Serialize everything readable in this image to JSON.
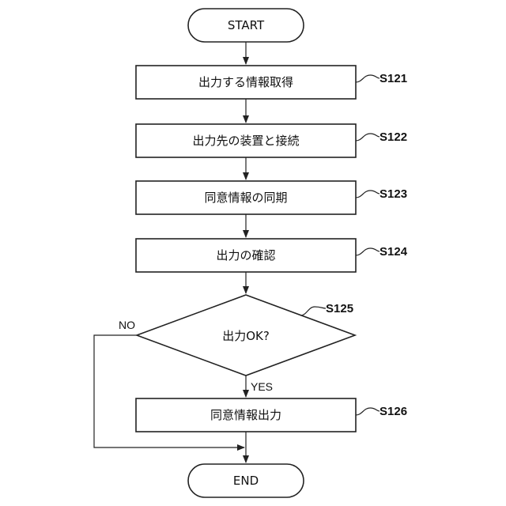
{
  "start": {
    "label": "START"
  },
  "end": {
    "label": "END"
  },
  "steps": [
    {
      "label": "出力する情報取得",
      "id": "S121"
    },
    {
      "label": "出力先の装置と接続",
      "id": "S122"
    },
    {
      "label": "同意情報の同期",
      "id": "S123"
    },
    {
      "label": "出力の確認",
      "id": "S124"
    }
  ],
  "decision": {
    "label": "出力OK?",
    "id": "S125",
    "yes_label": "YES",
    "no_label": "NO"
  },
  "final_step": {
    "label": "同意情報出力",
    "id": "S126"
  }
}
